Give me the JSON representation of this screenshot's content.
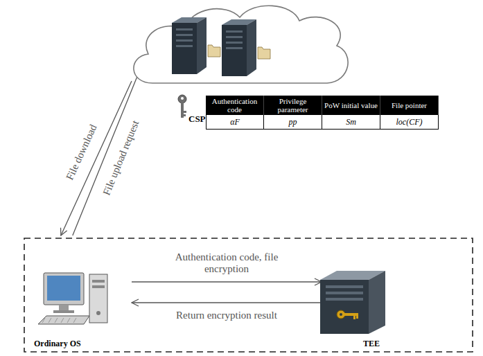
{
  "diagram": {
    "nodes": [
      {
        "text": [
          "CSP"
        ]
      },
      {
        "text": [
          "Ordinary OS"
        ]
      },
      {
        "text": [
          "TEE"
        ]
      }
    ],
    "edges": [
      {
        "from": 0,
        "to": 1,
        "label": "File download",
        "arrow": "to"
      },
      {
        "from": 1,
        "to": 0,
        "label": "File upload request",
        "arrow": "to"
      },
      {
        "from": 1,
        "to": 2,
        "label": "Authentication code, file encryption",
        "arrow": "to"
      },
      {
        "from": 2,
        "to": 1,
        "label": "Return encryption result",
        "arrow": "to"
      }
    ],
    "labels": [
      "Authentication code",
      "Privilege parameter",
      "PoW initial value",
      "File pointer",
      "αF",
      "pp",
      "Sm",
      "loc(CF)"
    ]
  }
}
